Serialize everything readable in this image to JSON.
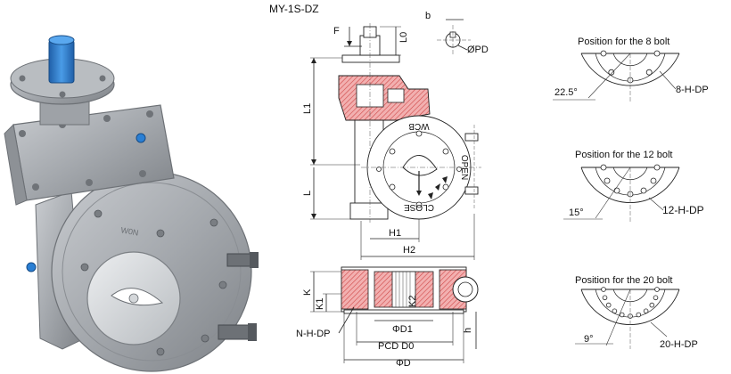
{
  "model": "MY-1S-DZ",
  "side_view": {
    "labels": {
      "F": "F",
      "L0": "L0",
      "b": "b",
      "phi_pd": "ØPD",
      "L1": "L1",
      "L": "L",
      "H1": "H1",
      "H2": "H2"
    },
    "dial": {
      "top": "WCB",
      "open": "OPEN",
      "close": "CLOSE"
    }
  },
  "bottom_view": {
    "labels": {
      "K": "K",
      "K1": "K1",
      "K2": "K2",
      "nhdp": "N-H-DP",
      "d1": "ΦD1",
      "pcd": "PCD D0",
      "d": "ΦD",
      "h": "h"
    }
  },
  "bolt_patterns": [
    {
      "title": "Position for the 8 bolt",
      "angle": "22.5°",
      "label": "8-H-DP",
      "count": 8
    },
    {
      "title": "Position for the 12 bolt",
      "angle": "15°",
      "label": "12-H-DP",
      "count": 12
    },
    {
      "title": "Position for the 20 bolt",
      "angle": "9°",
      "label": "20-H-DP",
      "count": 20
    }
  ],
  "photo": {
    "casting_marks": [
      "W0N"
    ]
  },
  "colors": {
    "body": "#a9adb2",
    "accent_blue": "#2a7fd4",
    "section_red": "#e06a6a"
  }
}
